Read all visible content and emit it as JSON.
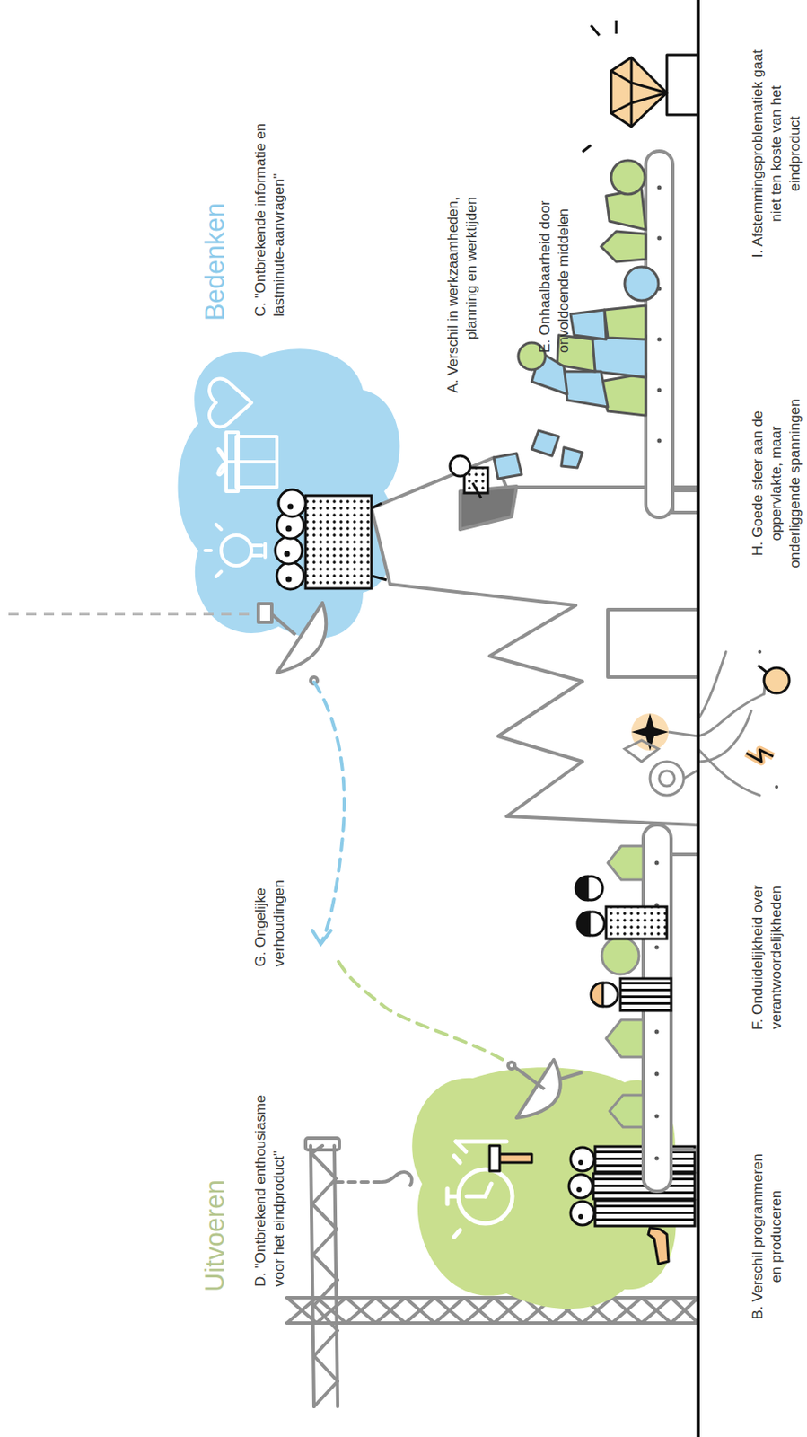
{
  "diagram": {
    "labels": [
      "Uitvoeren",
      "D. \"Ontbrekend enthousiasme voor het eindproduct\"",
      "G. Ongelijke verhoudingen",
      "Bedenken",
      "C. \"Ontbrekende informatie en lastminute-aanvragen\"",
      "A. Verschil in werkzaamheden, planning en werktijden",
      "E. Onhaalbaarheid door onvoldoende middelen",
      "B. Verschil programmeren en produceren",
      "F. Onduidelijkheid over verantwoordelijkheden",
      "H. Goede sfeer aan de oppervlakte, maar onderliggende spanningen",
      "I. Afstemmingsproblematiek gaat niet ten koste van het eindproduct"
    ]
  }
}
